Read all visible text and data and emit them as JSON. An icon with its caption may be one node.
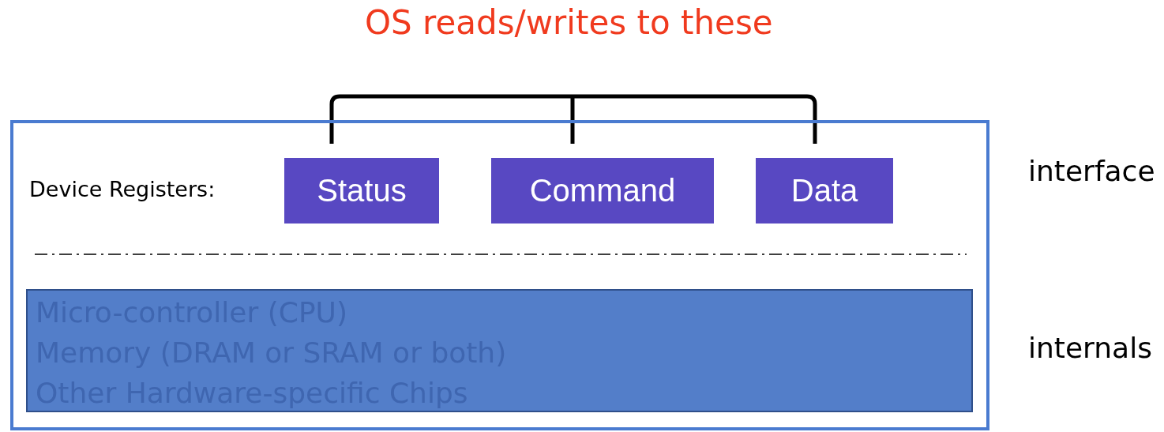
{
  "diagram": {
    "nodes": [
      {
        "text": [],
        "shape": "box"
      },
      {
        "text": [
          "Status"
        ],
        "in": 0
      },
      {
        "text": [
          "Command"
        ],
        "in": 0
      },
      {
        "text": [
          "Data"
        ],
        "in": 0
      },
      {
        "text": [
          "Micro-controller (CPU)",
          "Memory (DRAM or SRAM or both)",
          "Other Hardware-specific Chips"
        ],
        "in": 0
      }
    ],
    "edges": [],
    "labels": [
      "OS reads/writes to these",
      "Device Registers:",
      "interface",
      "internals"
    ]
  }
}
